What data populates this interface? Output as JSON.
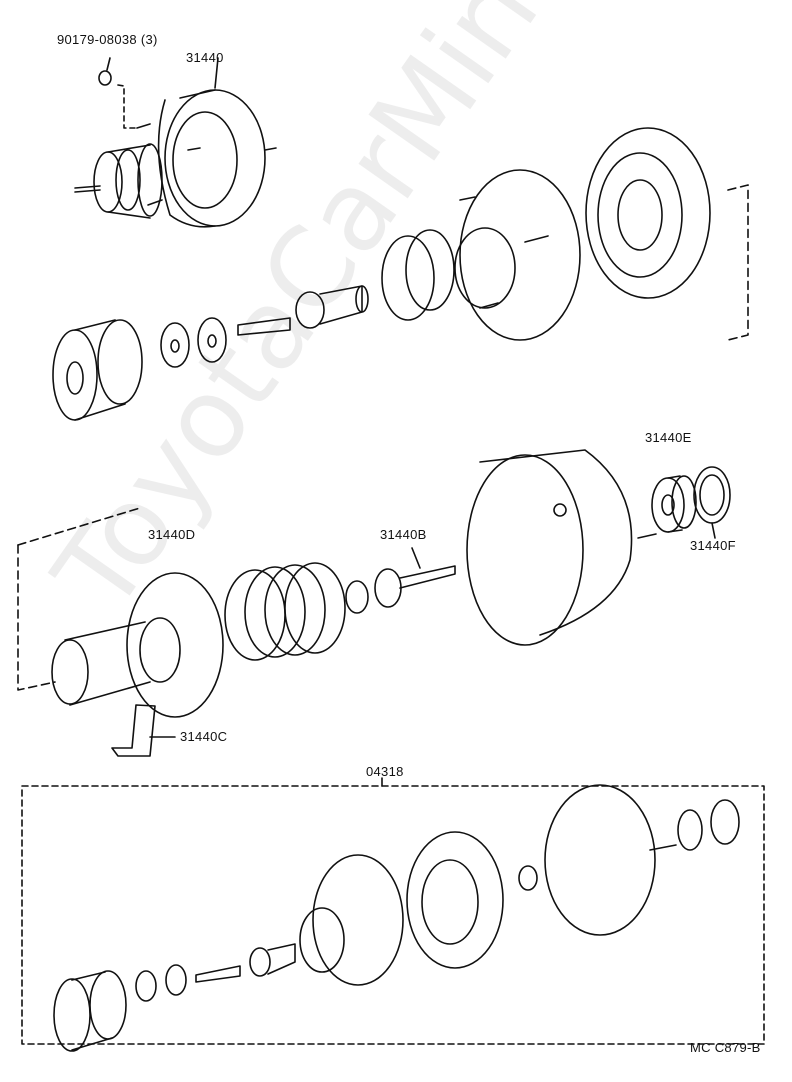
{
  "labels": {
    "bolt_qty": "90179-08038 (3)",
    "booster_assy": "31440",
    "bearing": "31440E",
    "piston": "31440D",
    "pushrod": "31440B",
    "retainer": "31440F",
    "bracket": "31440C",
    "kit": "04318",
    "figure_code": "MC C879-B"
  },
  "watermark": "ToyotaCarMirror",
  "colors": {
    "line": "#111111",
    "paper": "#ffffff"
  }
}
